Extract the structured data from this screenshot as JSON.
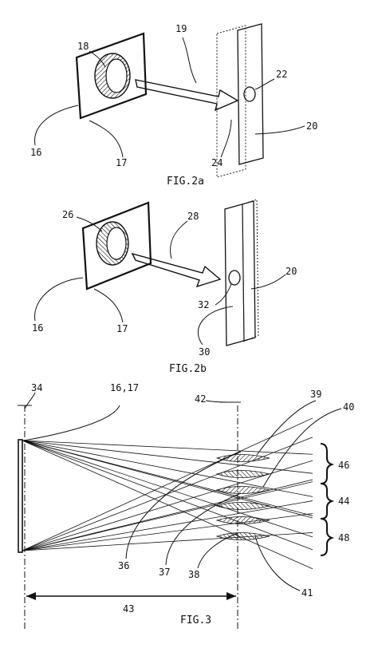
{
  "fig2a": {
    "caption": "FIG.2a",
    "labels": {
      "l18": "18",
      "l19": "19",
      "l22": "22",
      "l16": "16",
      "l17": "17",
      "l24": "24",
      "l20": "20"
    }
  },
  "fig2b": {
    "caption": "FIG.2b",
    "labels": {
      "l26": "26",
      "l28": "28",
      "l20": "20",
      "l16": "16",
      "l17": "17",
      "l32": "32",
      "l30": "30"
    }
  },
  "fig3": {
    "caption": "FIG.3",
    "labels": {
      "l34": "34",
      "l16_17": "16,17",
      "l42": "42",
      "l39": "39",
      "l40": "40",
      "l46": "46",
      "l44": "44",
      "l48": "48",
      "l36": "36",
      "l37": "37",
      "l38": "38",
      "l41": "41",
      "l43": "43"
    }
  }
}
